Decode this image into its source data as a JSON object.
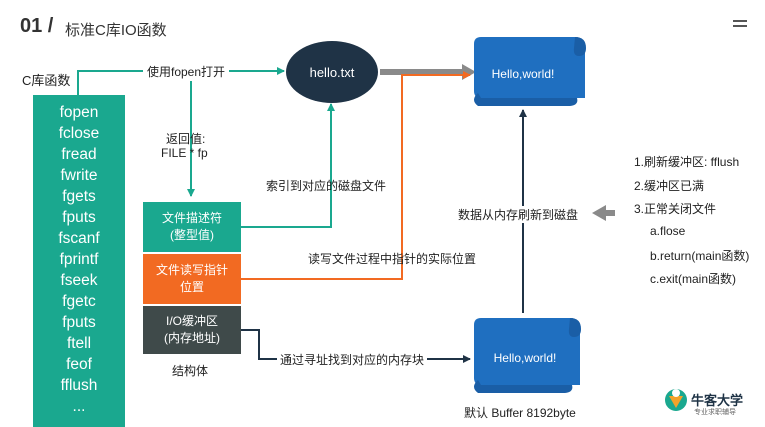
{
  "header": {
    "number": "01 /",
    "title": "标准C库IO函数"
  },
  "left": {
    "title": "C库函数",
    "functions": [
      "fopen",
      "fclose",
      "fread",
      "fwrite",
      "fgets",
      "fputs",
      "fscanf",
      "fprintf",
      "fseek",
      "fgetc",
      "fputs",
      "ftell",
      "feof",
      "fflush",
      "..."
    ]
  },
  "nodes": {
    "hello_file": "hello.txt",
    "disk": "Hello,world!",
    "buffer": "Hello,world!",
    "descriptor": "文件描述符\n(整型值)",
    "pointer": "文件读写指针\n位置",
    "io_buffer": "I/O缓冲区\n(内存地址)",
    "struct_label": "结构体",
    "buffer_caption": "默认 Buffer 8192byte"
  },
  "labels": {
    "fopen": "使用fopen打开",
    "return_value": "返回值:",
    "file_ptr": "FILE * fp",
    "index_disk": "索引到对应的磁盘文件",
    "rw_pointer": "读写文件过程中指针的实际位置",
    "find_memory": "通过寻址找到对应的内存块",
    "flush_to_disk": "数据从内存刷新到磁盘"
  },
  "flush_conditions": [
    "1.刷新缓冲区: fflush",
    "2.缓冲区已满",
    "3.正常关闭文件",
    "a.flose",
    "b.return(main函数)",
    "c.exit(main函数)"
  ],
  "logo": {
    "name": "牛客大学",
    "tagline": "专业求职辅导"
  },
  "colors": {
    "teal": "#1aa88f",
    "orange": "#f26a22",
    "dark_gray": "#3f4a4a",
    "blue": "#1f6fc0",
    "navy": "#1f3346",
    "arrow_gray": "#8a8a8a"
  }
}
